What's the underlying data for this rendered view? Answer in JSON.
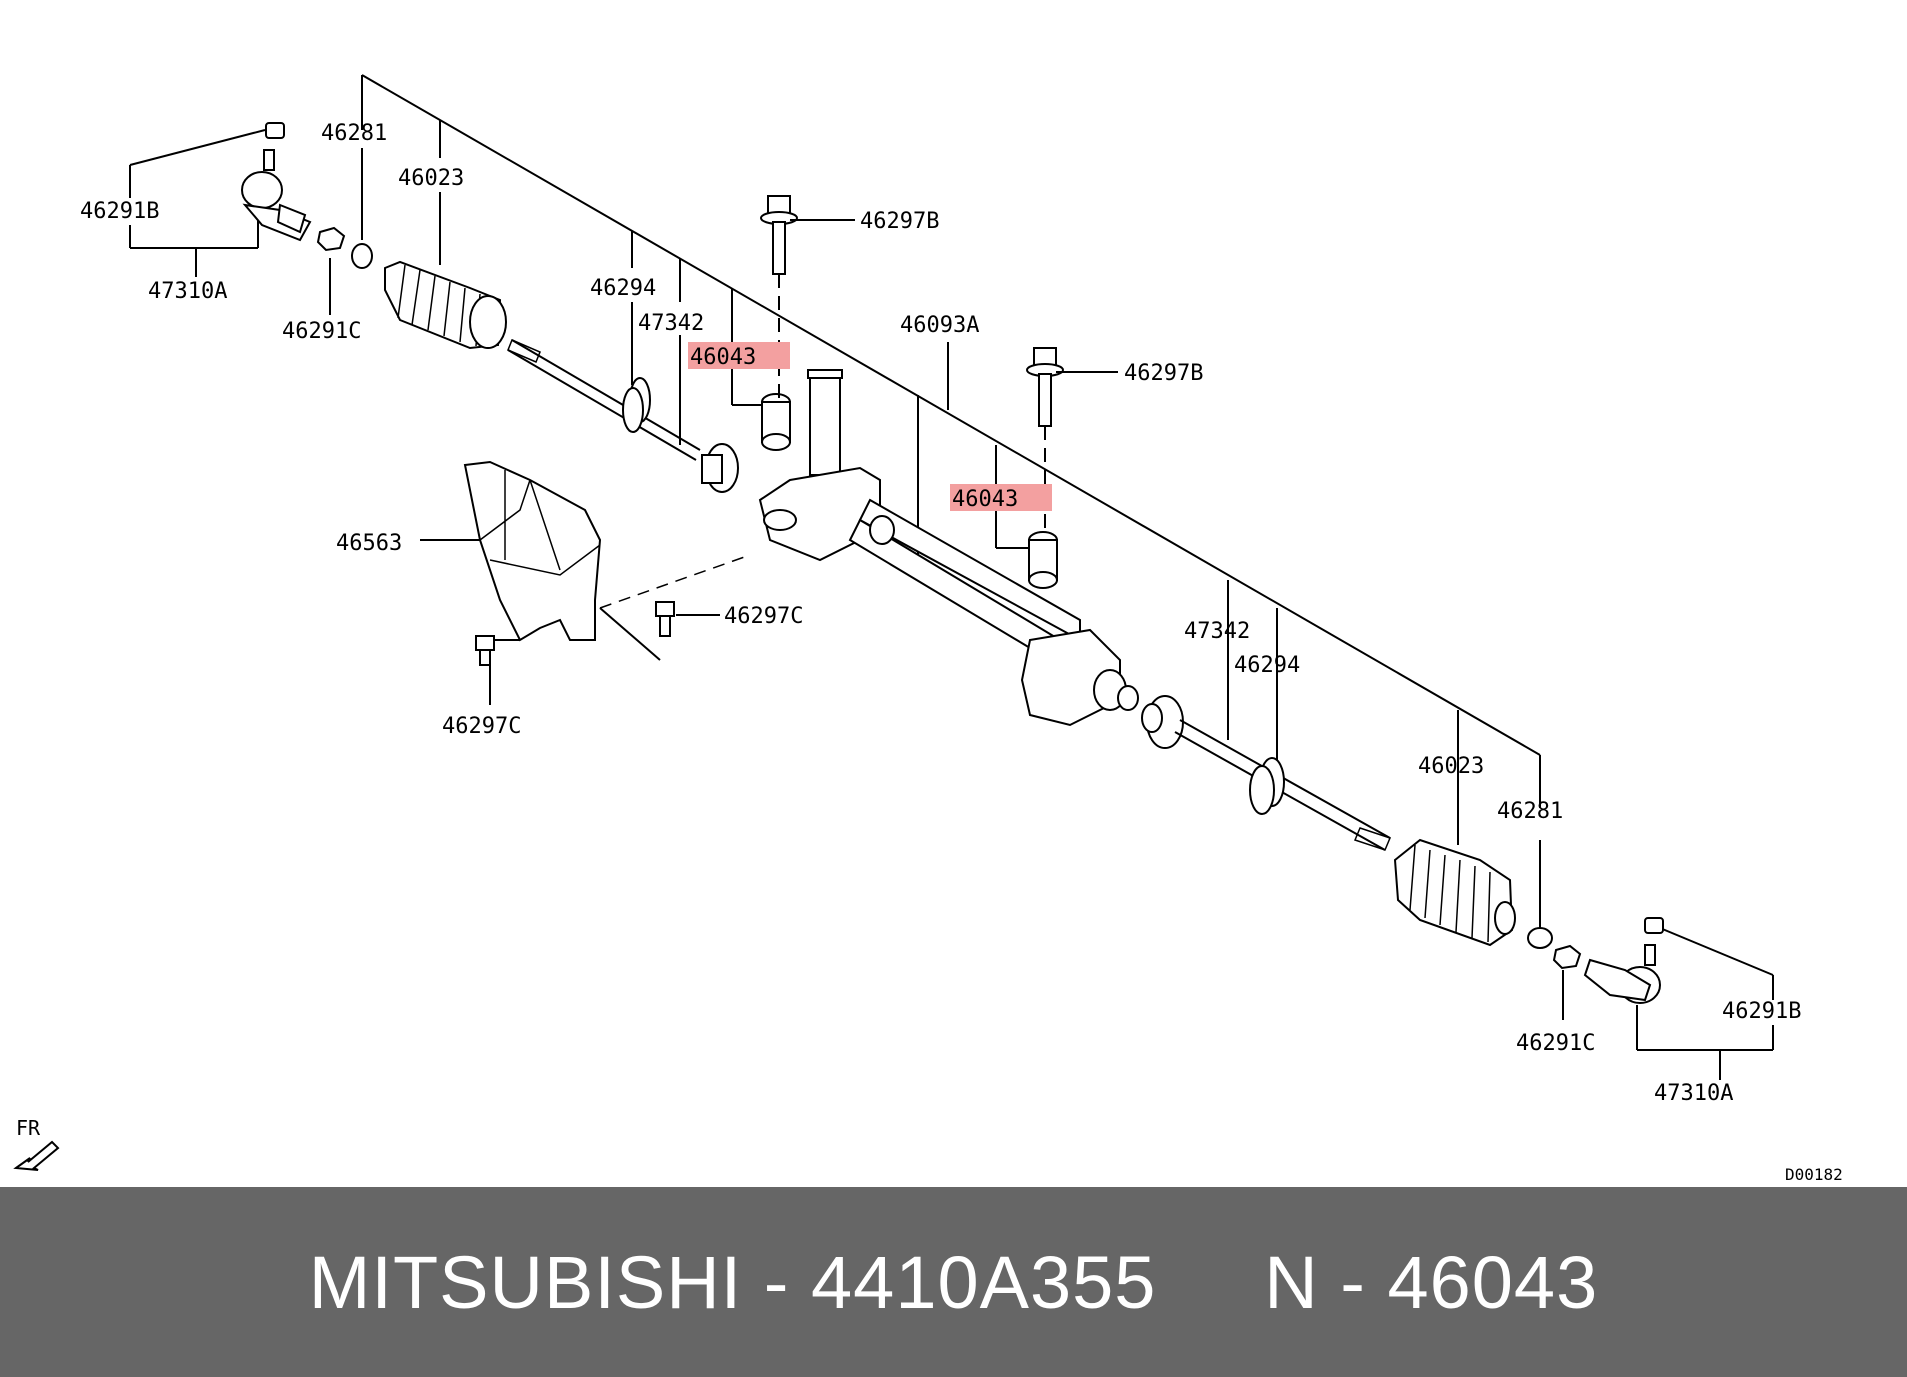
{
  "labels": {
    "l_46281_a": "46281",
    "l_46023_a": "46023",
    "l_46291B_a": "46291B",
    "l_47310A_a": "47310A",
    "l_46291C_a": "46291C",
    "l_46294_a": "46294",
    "l_47342_a": "47342",
    "l_46043_a": "46043",
    "l_46297B_a": "46297B",
    "l_46093A": "46093A",
    "l_46297B_b": "46297B",
    "l_46043_b": "46043",
    "l_46563": "46563",
    "l_46297C_a": "46297C",
    "l_46297C_b": "46297C",
    "l_47342_b": "47342",
    "l_46294_b": "46294",
    "l_46023_b": "46023",
    "l_46281_b": "46281",
    "l_46291B_b": "46291B",
    "l_46291C_b": "46291C",
    "l_47310A_b": "47310A",
    "fr": "FR",
    "diagram_code": "D00182"
  },
  "highlight_color": "#f3a0a0",
  "footer": {
    "text": "MITSUBISHI - 4410A355     N - 46043",
    "background": "#666666"
  }
}
